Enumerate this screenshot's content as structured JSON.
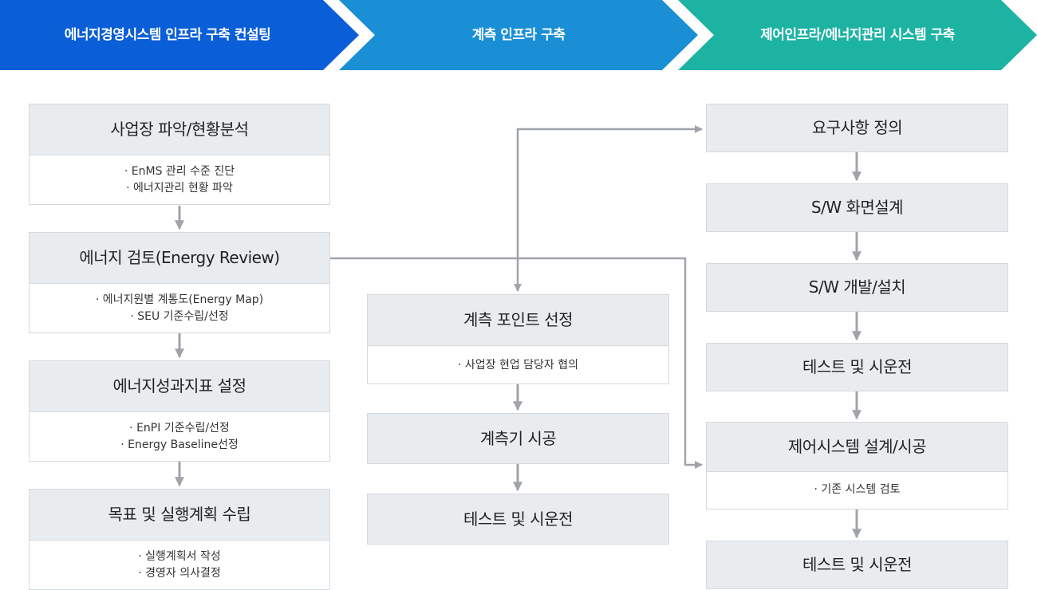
{
  "colors": {
    "phase1": "#0a5fd8",
    "phase2": "#1a8fd6",
    "phase3": "#1db3a3",
    "box_header": "#e9ecef",
    "box_border": "#d5d9de",
    "arrow": "#a0a4a9"
  },
  "phases": [
    {
      "label": "에너지경영시스템 인프라 구축 컨설팅"
    },
    {
      "label": "계측 인프라 구축"
    },
    {
      "label": "제어인프라/에너지관리 시스템 구축"
    }
  ],
  "col1": [
    {
      "title": "사업장 파악/현황분석",
      "items": [
        "· EnMS 관리 수준 진단",
        "· 에너지관리 현황 파악"
      ]
    },
    {
      "title": "에너지 검토(Energy Review)",
      "items": [
        "· 에너지원별 계통도(Energy Map)",
        "· SEU 기준수립/선정"
      ]
    },
    {
      "title": "에너지성과지표 설정",
      "items": [
        "· EnPI 기준수립/선정",
        "· Energy Baseline선정"
      ]
    },
    {
      "title": "목표 및 실행계획 수립",
      "items": [
        "· 실행계획서 작성",
        "· 경영자 의사결정"
      ]
    }
  ],
  "col2": [
    {
      "title": "계측 포인트 선정",
      "items": [
        "· 사업장 현업 담당자 협의"
      ]
    },
    {
      "title": "계측기 시공",
      "items": []
    },
    {
      "title": "테스트 및 시운전",
      "items": []
    }
  ],
  "col3": [
    {
      "title": "요구사항 정의",
      "items": []
    },
    {
      "title": "S/W 화면설계",
      "items": []
    },
    {
      "title": "S/W 개발/설치",
      "items": []
    },
    {
      "title": "테스트 및 시운전",
      "items": []
    },
    {
      "title": "제어시스템 설계/시공",
      "items": [
        "· 기존 시스템 검토"
      ]
    },
    {
      "title": "테스트 및 시운전",
      "items": []
    }
  ]
}
